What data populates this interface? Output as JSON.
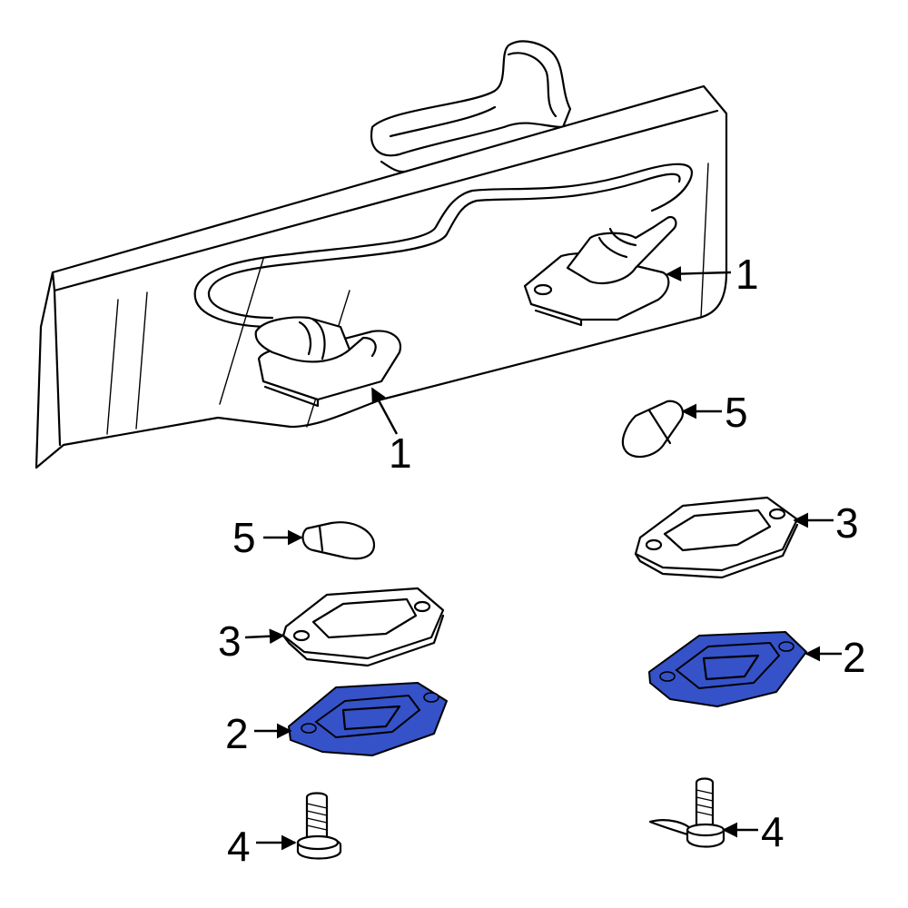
{
  "colors": {
    "highlight": "#3552c9",
    "line": "#000000",
    "background": "#ffffff"
  },
  "callouts": {
    "lamp_right": "1",
    "lamp_left": "1",
    "bulb_right": "5",
    "bulb_left": "5",
    "gasket_right": "3",
    "gasket_left": "3",
    "lens_right": "2",
    "lens_left": "2",
    "screw_left": "4",
    "screw_right": "4"
  }
}
